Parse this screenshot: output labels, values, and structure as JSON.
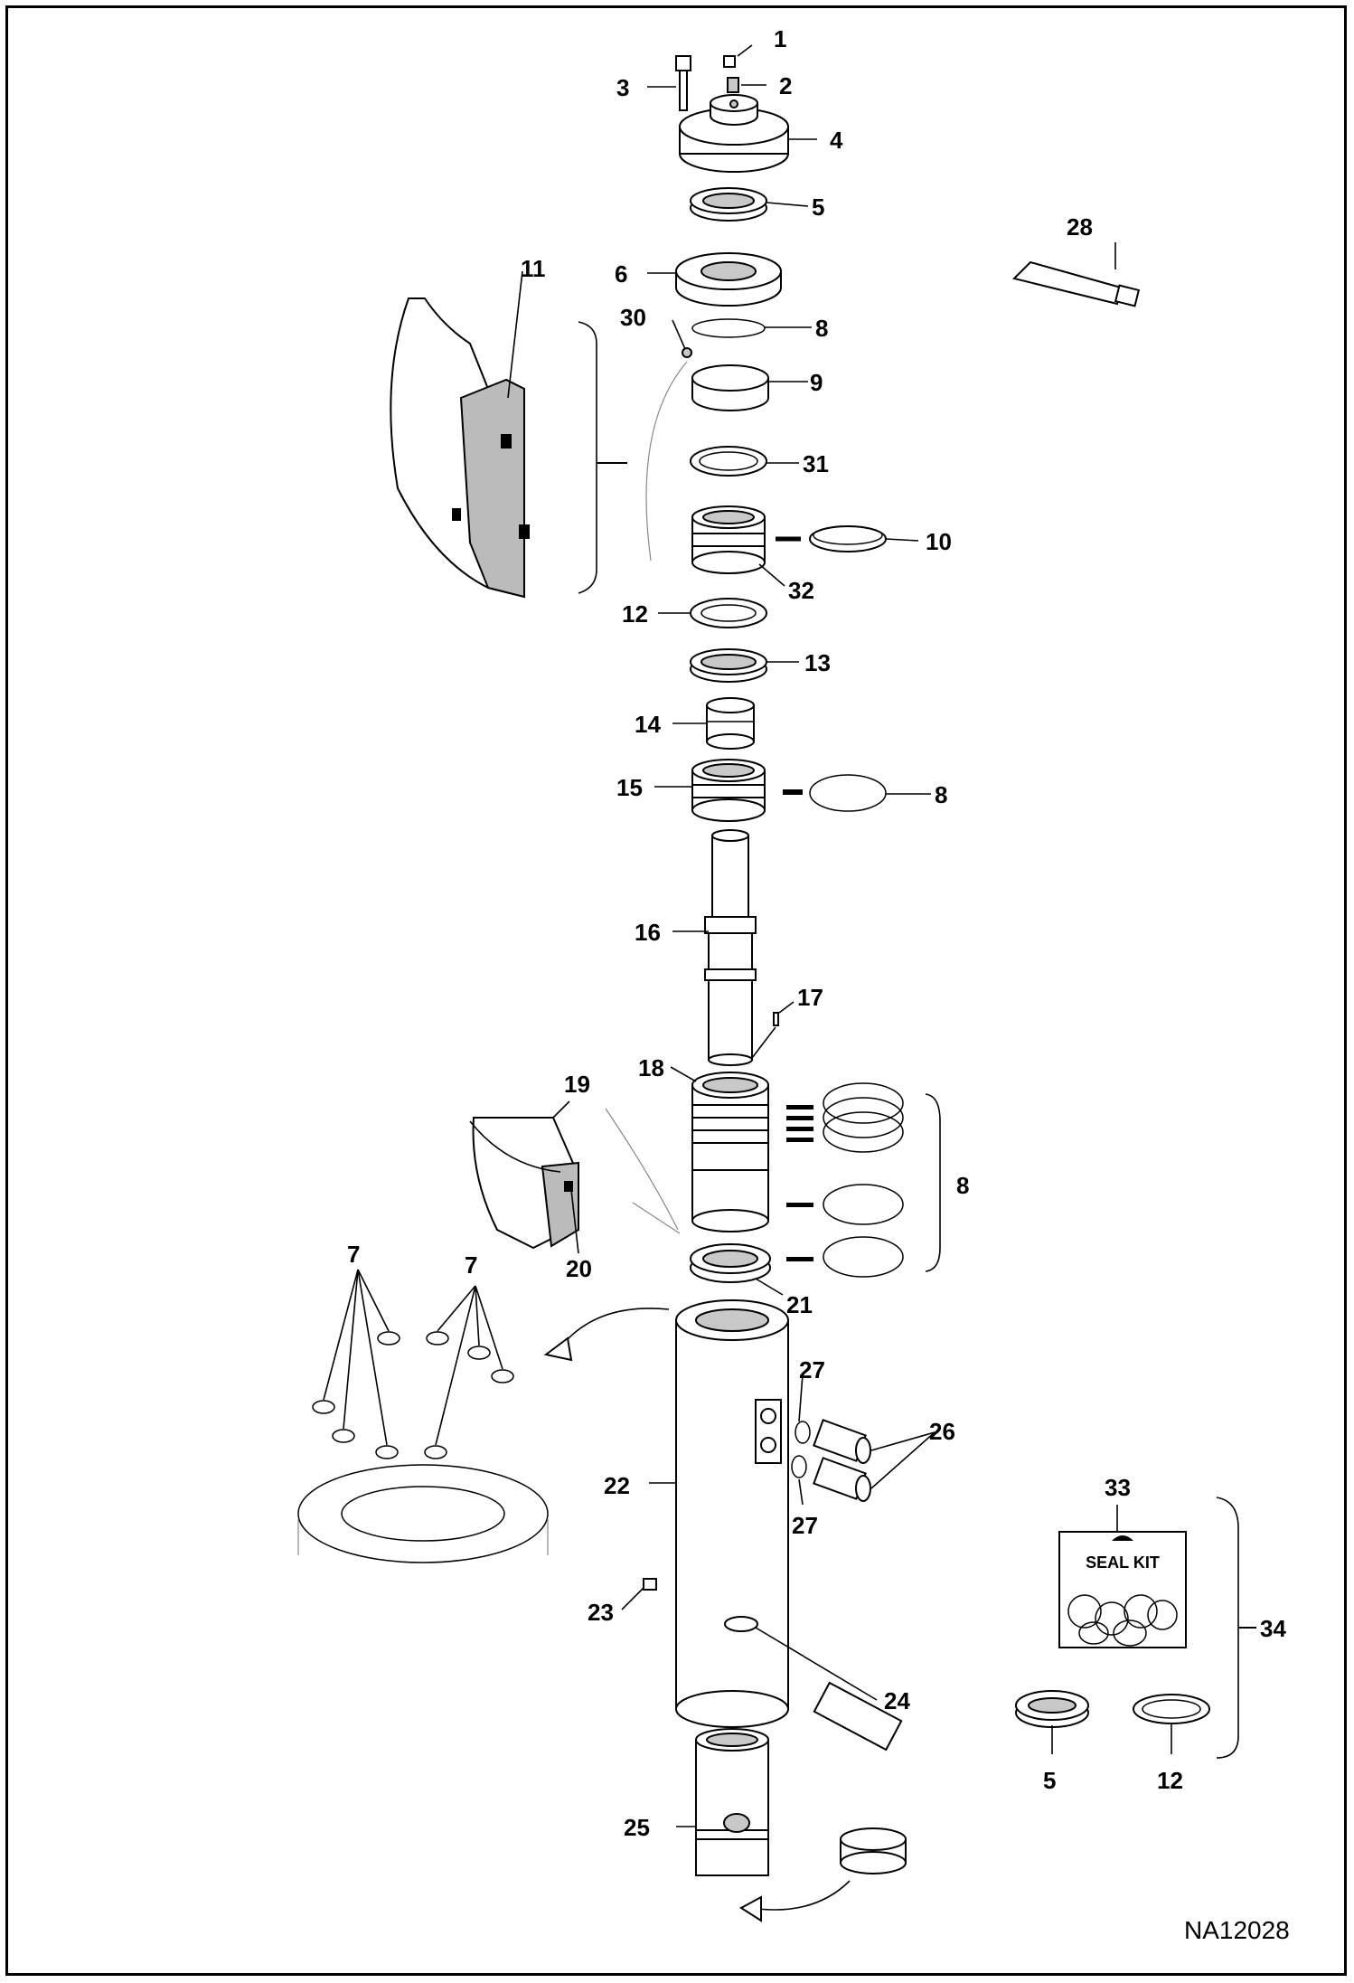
{
  "drawing_ref": "NA12028",
  "seal_kit_label": "SEAL KIT",
  "callouts": [
    "1",
    "2",
    "3",
    "4",
    "5",
    "6",
    "8",
    "30",
    "9",
    "31",
    "10",
    "32",
    "12",
    "13",
    "14",
    "15",
    "8",
    "16",
    "17",
    "18",
    "19",
    "20",
    "8",
    "21",
    "7",
    "7",
    "27",
    "26",
    "27",
    "22",
    "23",
    "24",
    "25",
    "28",
    "11",
    "33",
    "34",
    "5",
    "12"
  ]
}
